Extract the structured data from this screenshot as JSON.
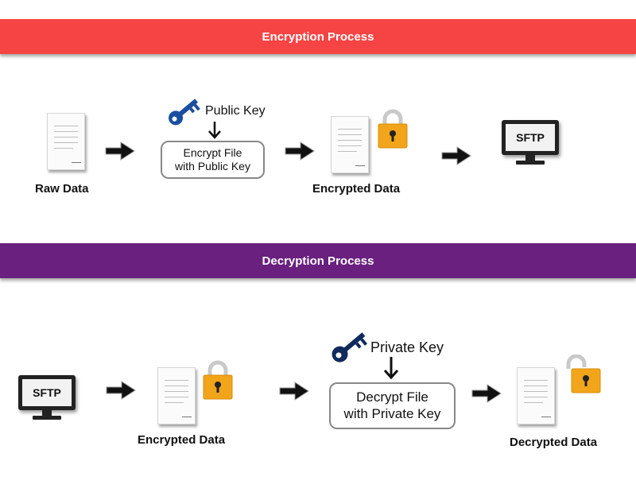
{
  "encryption": {
    "title": "Encryption Process",
    "raw_label": "Raw Data",
    "key_label": "Public Key",
    "box_line1": "Encrypt File",
    "box_line2": "with Public Key",
    "encrypted_label": "Encrypted Data",
    "sftp_label": "SFTP"
  },
  "decryption": {
    "title": "Decryption Process",
    "sftp_label": "SFTP",
    "encrypted_label": "Encrypted Data",
    "key_label": "Private Key",
    "box_line1": "Decrypt File",
    "box_line2": "with Private Key",
    "decrypted_label": "Decrypted Data"
  },
  "colors": {
    "encryption_banner": "#f64444",
    "decryption_banner": "#69207f",
    "key": "#1a4fa0",
    "key_dark": "#0f2b5c",
    "lock_body": "#f2a51a"
  }
}
